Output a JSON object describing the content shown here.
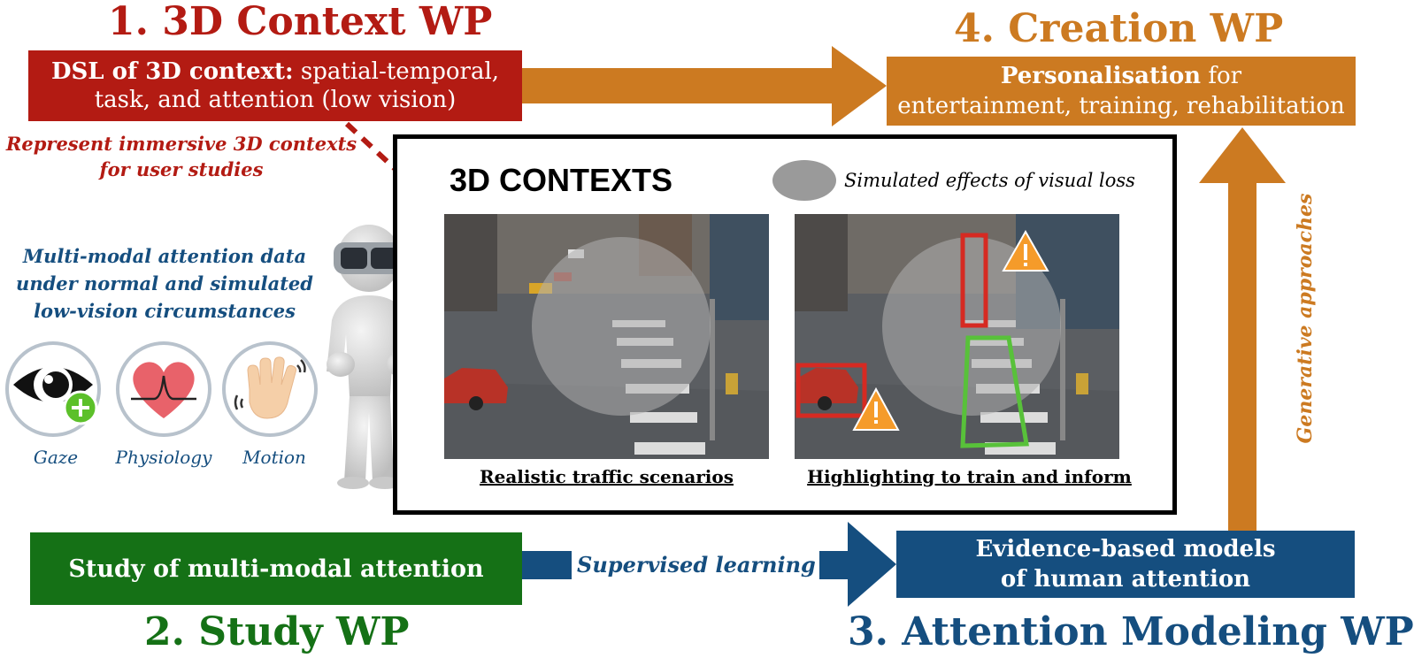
{
  "wp1": {
    "title": "1. 3D Context WP",
    "box_bold": "DSL of 3D context:",
    "box_line1_rest": " spatial-temporal,",
    "box_line2": "task, and attention (low vision)",
    "note_line1": "Represent immersive 3D contexts",
    "note_line2": "for user studies"
  },
  "wp2": {
    "title": "2. Study WP",
    "box_text": "Study of multi-modal attention"
  },
  "wp3": {
    "title": "3. Attention Modeling WP",
    "box_line1": "Evidence-based models",
    "box_line2": "of human attention"
  },
  "wp4": {
    "title": "4. Creation WP",
    "box_bold": "Personalisation",
    "box_line1_rest": " for",
    "box_line2": "entertainment, training, rehabilitation"
  },
  "arrows": {
    "supervised": "Supervised learning",
    "generative": "Generative approaches"
  },
  "multimodal": {
    "line1": "Multi-modal attention data",
    "line2": "under normal and simulated",
    "line3": "low-vision circumstances",
    "labels": [
      "Gaze",
      "Physiology",
      "Motion"
    ]
  },
  "contexts": {
    "title": "3D CONTEXTS",
    "legend": "Simulated effects of  visual loss",
    "caption_left": "Realistic traffic scenarios",
    "caption_right": "Highlighting to train and inform"
  },
  "colors": {
    "red": "#b31b13",
    "orange": "#cc7a21",
    "green": "#157116",
    "blue": "#154e7f"
  }
}
